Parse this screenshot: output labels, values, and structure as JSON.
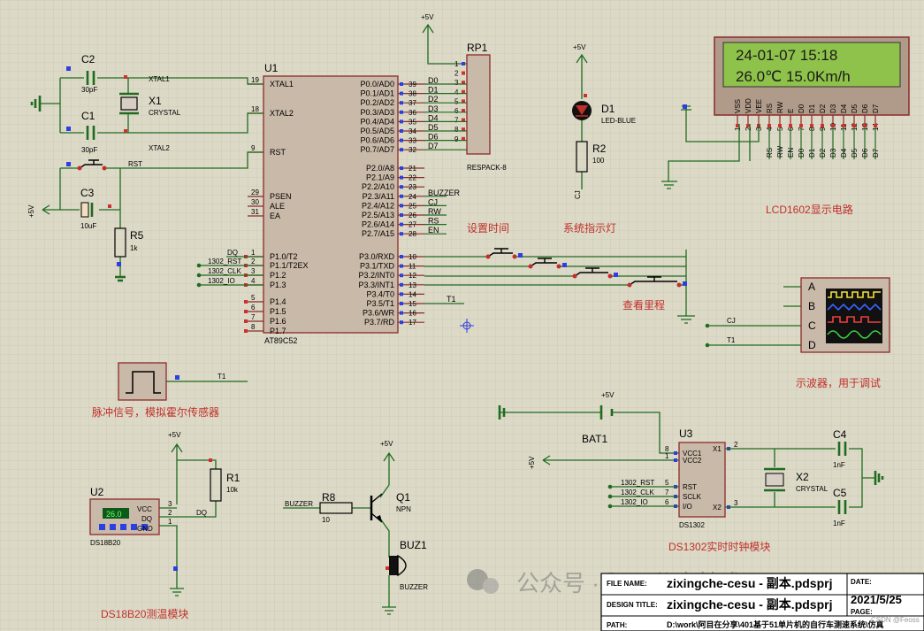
{
  "supply": {
    "vcc": "+5V"
  },
  "mcu": {
    "ref": "U1",
    "part": "AT89C52",
    "left_pins": [
      {
        "num": "19",
        "name": "XTAL1"
      },
      {
        "num": "18",
        "name": "XTAL2"
      },
      {
        "num": "9",
        "name": "RST"
      },
      {
        "num": "29",
        "name": "PSEN"
      },
      {
        "num": "30",
        "name": "ALE"
      },
      {
        "num": "31",
        "name": "EA"
      },
      {
        "num": "1",
        "name": "P1.0/T2"
      },
      {
        "num": "2",
        "name": "P1.1/T2EX"
      },
      {
        "num": "3",
        "name": "P1.2"
      },
      {
        "num": "4",
        "name": "P1.3"
      },
      {
        "num": "5",
        "name": "P1.4"
      },
      {
        "num": "6",
        "name": "P1.5"
      },
      {
        "num": "7",
        "name": "P1.6"
      },
      {
        "num": "8",
        "name": "P1.7"
      }
    ],
    "right_pins_p0": [
      {
        "num": "39",
        "name": "P0.0/AD0"
      },
      {
        "num": "38",
        "name": "P0.1/AD1"
      },
      {
        "num": "37",
        "name": "P0.2/AD2"
      },
      {
        "num": "36",
        "name": "P0.3/AD3"
      },
      {
        "num": "35",
        "name": "P0.4/AD4"
      },
      {
        "num": "34",
        "name": "P0.5/AD5"
      },
      {
        "num": "33",
        "name": "P0.6/AD6"
      },
      {
        "num": "32",
        "name": "P0.7/AD7"
      }
    ],
    "right_pins_p2": [
      {
        "num": "21",
        "name": "P2.0/A8"
      },
      {
        "num": "22",
        "name": "P2.1/A9"
      },
      {
        "num": "23",
        "name": "P2.2/A10"
      },
      {
        "num": "24",
        "name": "P2.3/A11"
      },
      {
        "num": "25",
        "name": "P2.4/A12"
      },
      {
        "num": "26",
        "name": "P2.5/A13"
      },
      {
        "num": "27",
        "name": "P2.6/A14"
      },
      {
        "num": "28",
        "name": "P2.7/A15"
      }
    ],
    "right_pins_p3": [
      {
        "num": "10",
        "name": "P3.0/RXD"
      },
      {
        "num": "11",
        "name": "P3.1/TXD"
      },
      {
        "num": "12",
        "name": "P3.2/INT0"
      },
      {
        "num": "13",
        "name": "P3.3/INT1"
      },
      {
        "num": "14",
        "name": "P3.4/T0"
      },
      {
        "num": "15",
        "name": "P3.5/T1"
      },
      {
        "num": "16",
        "name": "P3.6/WR"
      },
      {
        "num": "17",
        "name": "P3.7/RD"
      }
    ]
  },
  "net_labels": {
    "xtal1": "XTAL1",
    "xtal2": "XTAL2",
    "rst": "RST",
    "dq": "DQ",
    "rst1302": "1302_RST",
    "clk1302": "1302_CLK",
    "io1302": "1302_IO",
    "buzzer": "BUZZER",
    "cj": "CJ",
    "rw": "RW",
    "rs": "RS",
    "en": "EN",
    "t1": "T1",
    "d": [
      "D0",
      "D1",
      "D2",
      "D3",
      "D4",
      "D5",
      "D6",
      "D7"
    ]
  },
  "crystal_osc": {
    "c2": {
      "ref": "C2",
      "val": "30pF"
    },
    "c1": {
      "ref": "C1",
      "val": "30pF"
    },
    "x1": {
      "ref": "X1",
      "val": "CRYSTAL"
    },
    "c3": {
      "ref": "C3",
      "val": "10uF"
    },
    "r5": {
      "ref": "R5",
      "val": "1k"
    }
  },
  "respack": {
    "ref": "RP1",
    "part": "RESPACK-8",
    "pins": [
      "1",
      "2",
      "3",
      "4",
      "5",
      "6",
      "7",
      "8",
      "9"
    ]
  },
  "led": {
    "ref": "D1",
    "part": "LED-BLUE",
    "r_ref": "R2",
    "r_val": "100",
    "caption": "系统指示灯",
    "net": "CJ"
  },
  "lcd": {
    "line1": "24-01-07  15:18",
    "line2": "26.0℃   15.0Km/h",
    "pins": [
      "VSS",
      "VDD",
      "VEE",
      "RS",
      "RW",
      "E",
      "D0",
      "D1",
      "D2",
      "D3",
      "D4",
      "D5",
      "D6",
      "D7"
    ],
    "pin_nums": [
      "1",
      "2",
      "3",
      "4",
      "5",
      "6",
      "7",
      "8",
      "9",
      "10",
      "11",
      "12",
      "13",
      "14"
    ],
    "caption": "LCD1602显示电路"
  },
  "buttons": {
    "set_time": "设置时间",
    "view_mileage": "查看里程"
  },
  "scope": {
    "channels": [
      "A",
      "B",
      "C",
      "D"
    ],
    "caption": "示波器，用于调试"
  },
  "pulse": {
    "caption": "脉冲信号，模拟霍尔传感器"
  },
  "ds18b20": {
    "ref": "U2",
    "part": "DS18B20",
    "reading": "26.0",
    "pins": [
      "VCC",
      "DQ",
      "GND"
    ],
    "pin_nums": [
      "3",
      "2",
      "1"
    ],
    "r_ref": "R1",
    "r_val": "10k",
    "caption": "DS18B20测温模块"
  },
  "buzzer": {
    "r_ref": "R8",
    "r_val": "10",
    "q_ref": "Q1",
    "q_part": "NPN",
    "bz_ref": "BUZ1",
    "bz_part": "BUZZER"
  },
  "rtc": {
    "ref": "U3",
    "part": "DS1302",
    "bat": "BAT1",
    "pins_left": [
      "VCC1",
      "VCC2",
      "RST",
      "SCLK",
      "I/O"
    ],
    "pins_left_nums": [
      "8",
      "1",
      "5",
      "7",
      "6"
    ],
    "pins_right": [
      "X1",
      "X2"
    ],
    "pins_right_nums": [
      "2",
      "3"
    ],
    "c4": {
      "ref": "C4",
      "val": "1nF"
    },
    "c5": {
      "ref": "C5",
      "val": "1nF"
    },
    "x2": {
      "ref": "X2",
      "val": "CRYSTAL"
    },
    "caption": "DS1302实时时钟模块"
  },
  "title_block": {
    "file_name_label": "FILE NAME:",
    "file_name": "zixingche-cesu - 副本.pdsprj",
    "design_title_label": "DESIGN TITLE:",
    "design_title": "zixingche-cesu - 副本.pdsprj",
    "path_label": "PATH:",
    "path": "D:\\work\\阿目在分享\\401基于51单片机的自行车测速系统\\仿真",
    "date_label": "DATE:",
    "date": "2021/5/25",
    "page_label": "PAGE:"
  },
  "watermark": {
    "text": "公众号 · 阿目分享技术",
    "csdn": "CSDN @Feoss"
  }
}
